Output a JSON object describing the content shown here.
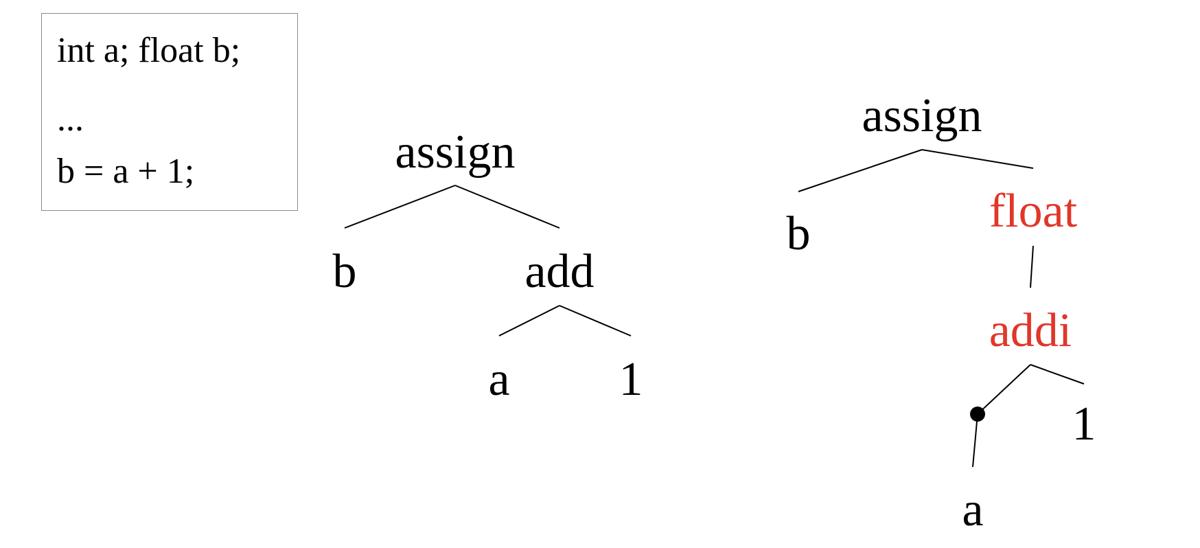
{
  "code": {
    "lines": [
      "int a; float b;",
      "...",
      "b = a + 1;"
    ]
  },
  "colors": {
    "default": "#000000",
    "inserted": "#e0372a"
  },
  "tree_before": {
    "root": "assign",
    "left": "b",
    "right": "add",
    "right_left": "a",
    "right_right": "1"
  },
  "tree_after": {
    "root": "assign",
    "left": "b",
    "right": "float",
    "right_child": "addi",
    "addi_left": "a",
    "addi_right": "1"
  }
}
